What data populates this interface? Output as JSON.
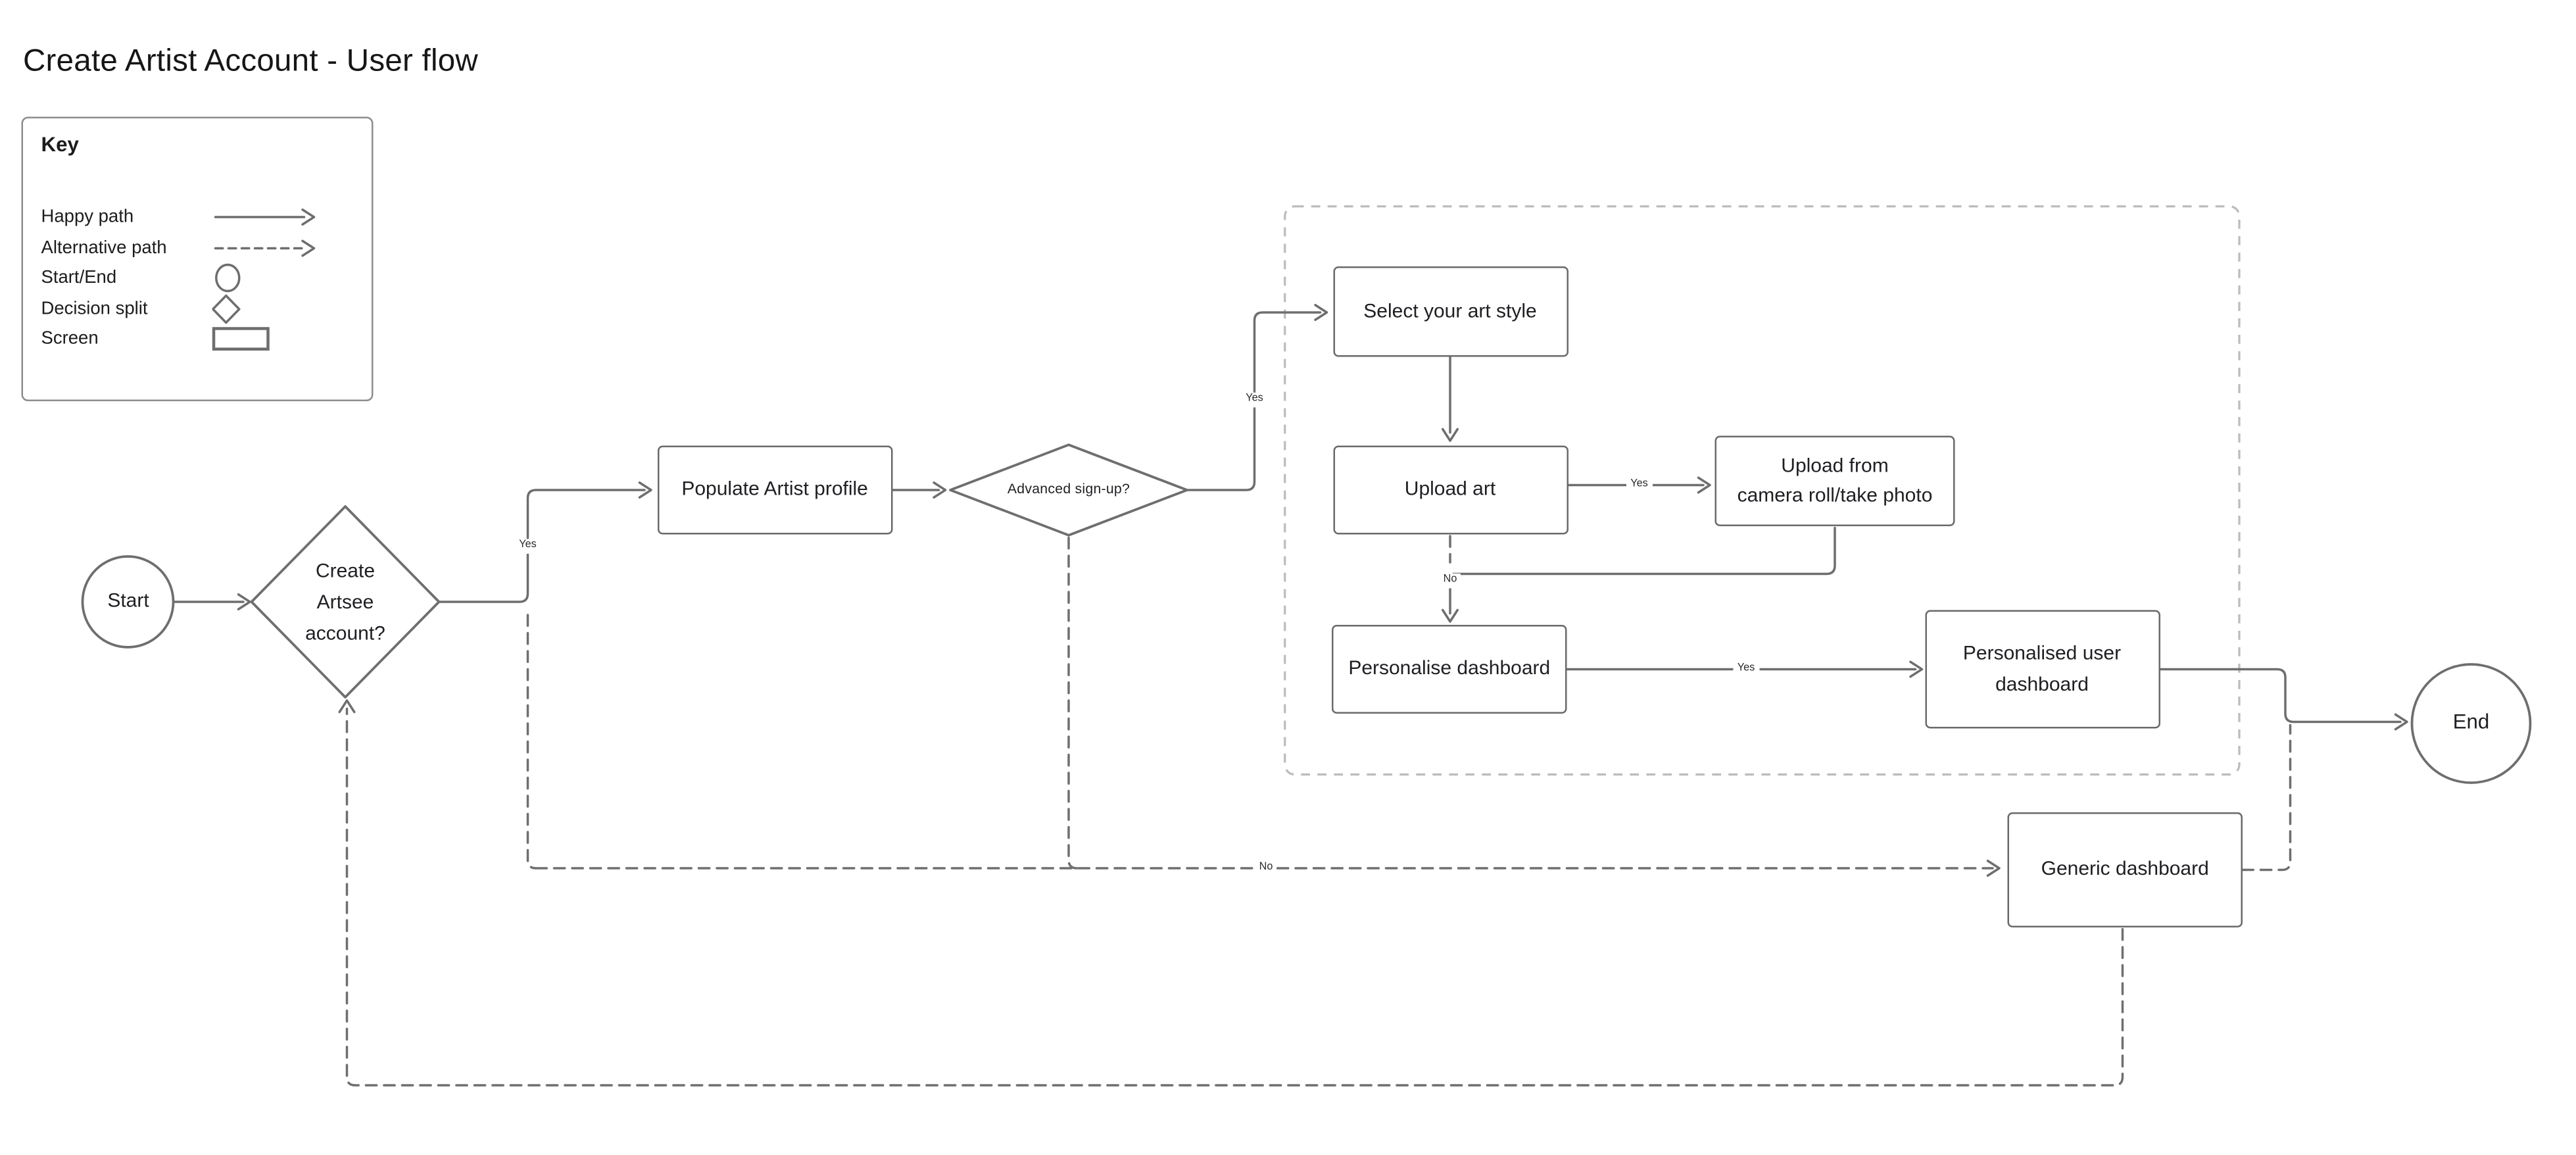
{
  "title": "Create Artist Account - User flow",
  "key": {
    "heading": "Key",
    "items": [
      {
        "label": "Happy path",
        "symbol": "solid-arrow"
      },
      {
        "label": "Alternative path",
        "symbol": "dashed-arrow"
      },
      {
        "label": "Start/End",
        "symbol": "circle"
      },
      {
        "label": "Decision split",
        "symbol": "diamond"
      },
      {
        "label": "Screen",
        "symbol": "rectangle"
      }
    ]
  },
  "nodes": {
    "start": {
      "label": "Start",
      "type": "start-end"
    },
    "create_artsee_account": {
      "line1": "Create",
      "line2": "Artsee",
      "line3": "account?",
      "type": "decision"
    },
    "populate_artist_profile": {
      "label": "Populate Artist profile",
      "type": "screen"
    },
    "advanced_sign_up": {
      "label": "Advanced sign-up?",
      "type": "decision"
    },
    "select_art_style": {
      "label": "Select your art style",
      "type": "screen"
    },
    "upload_art": {
      "label": "Upload art",
      "type": "screen"
    },
    "upload_from_camera": {
      "line1": "Upload from",
      "line2": "camera roll/take photo",
      "type": "screen"
    },
    "personalise_dashboard": {
      "label": "Personalise dashboard",
      "type": "screen"
    },
    "personalised_user_dashboard": {
      "line1": "Personalised user",
      "line2": "dashboard",
      "type": "screen"
    },
    "generic_dashboard": {
      "label": "Generic dashboard",
      "type": "screen"
    },
    "end": {
      "label": "End",
      "type": "start-end"
    }
  },
  "edge_labels": {
    "create_yes": "Yes",
    "advanced_yes": "Yes",
    "upload_yes": "Yes",
    "personalise_yes": "Yes",
    "upload_no": "No",
    "advanced_no": "No"
  },
  "colors": {
    "happy_path": "#6e6e6e",
    "screen_border": "#6a6a6a",
    "container_border": "#bcbcbc",
    "text": "#1f1f23",
    "background": "#ffffff"
  }
}
